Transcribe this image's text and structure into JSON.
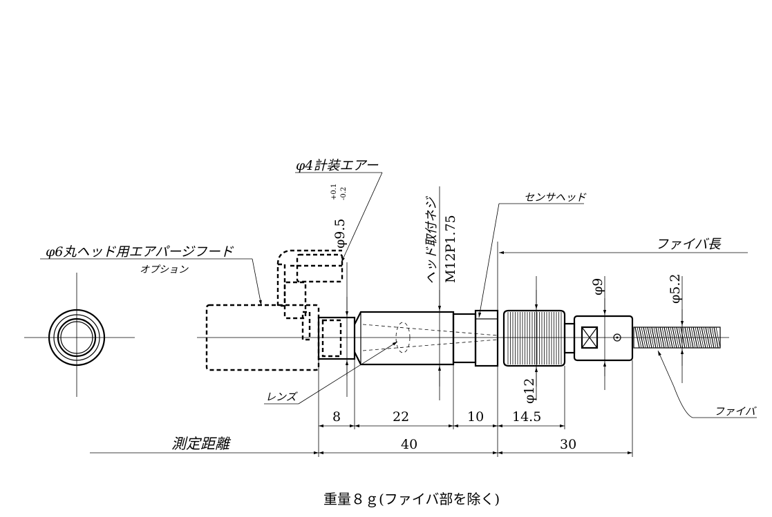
{
  "labels": {
    "air_hood_label": "φ6丸ヘッド用エアパージフード",
    "air_hood_option": "オプション",
    "air_port_label": "φ4計装エアー",
    "diameter_lens": "φ9.5",
    "tolerance_plus": "+0.1",
    "tolerance_minus": "-0.2",
    "mount_screw_label": "ヘッド取付ネジ",
    "mount_screw_spec": "M12P1.75",
    "sensor_head_label": "センサヘッド",
    "fiber_length_label": "ファイバ長",
    "diameter_9": "φ9",
    "diameter_5_2": "φ5.2",
    "diameter_12": "φ12",
    "lens_label": "レンズ",
    "fiber_label": "ファイバ",
    "measure_distance_label": "測定距離",
    "weight_caption": "重量８ｇ(ファイバ部を除く)"
  },
  "dimensions": {
    "d8": "8",
    "d22": "22",
    "d10": "10",
    "d14_5": "14.5",
    "d40": "40",
    "d30": "30"
  }
}
